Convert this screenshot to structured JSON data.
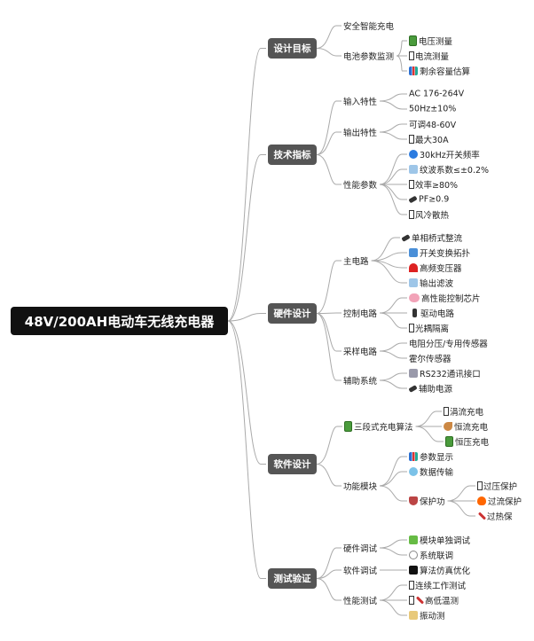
{
  "root": {
    "label": "48V/200AH电动车无线充电器"
  },
  "branches": [
    {
      "label": "设计目标",
      "children": [
        {
          "label": "安全智能充电"
        },
        {
          "label": "电池参数监测",
          "children": [
            {
              "icon": "battery",
              "label": "电压测量"
            },
            {
              "icon": "missing",
              "label": "电流测量"
            },
            {
              "icon": "chart",
              "label": "剩余容量估算"
            }
          ]
        }
      ]
    },
    {
      "label": "技术指标",
      "children": [
        {
          "label": "输入特性",
          "children": [
            {
              "label": "AC 176-264V"
            },
            {
              "label": "50Hz±10%"
            }
          ]
        },
        {
          "label": "输出特性",
          "children": [
            {
              "label": "可调48-60V"
            },
            {
              "icon": "missing",
              "label": "最大30A"
            }
          ]
        },
        {
          "label": "性能参数",
          "children": [
            {
              "icon": "cyclone",
              "label": "30kHz开关频率"
            },
            {
              "icon": "wave",
              "label": "纹波系数≤±0.2%"
            },
            {
              "icon": "missing",
              "label": "效率≥80%"
            },
            {
              "icon": "plug",
              "label": "PF≥0.9"
            },
            {
              "icon": "missing",
              "label": "风冷散热"
            }
          ]
        }
      ]
    },
    {
      "label": "硬件设计",
      "children": [
        {
          "label": "主电路",
          "children": [
            {
              "icon": "plug",
              "label": "单相桥式整流"
            },
            {
              "icon": "cycle",
              "label": "开关变换拓扑"
            },
            {
              "icon": "magnet",
              "label": "高频变压器"
            },
            {
              "icon": "wave",
              "label": "输出滤波"
            }
          ]
        },
        {
          "label": "控制电路",
          "children": [
            {
              "icon": "brain",
              "label": "高性能控制芯片"
            },
            {
              "icon": "traffic",
              "label": "驱动电路"
            },
            {
              "icon": "missing",
              "label": "光耦隔离"
            }
          ]
        },
        {
          "label": "采样电路",
          "children": [
            {
              "label": "电阻分压/专用传感器"
            },
            {
              "label": "霍尔传感器"
            }
          ]
        },
        {
          "label": "辅助系统",
          "children": [
            {
              "icon": "satellite",
              "label": "RS232通讯接口"
            },
            {
              "icon": "plug",
              "label": "辅助电源"
            }
          ]
        }
      ]
    },
    {
      "label": "软件设计",
      "children": [
        {
          "icon": "battery",
          "label": "三段式充电算法",
          "children": [
            {
              "icon": "missing",
              "label": "涓流充电"
            },
            {
              "icon": "rocket",
              "label": "恒流充电"
            },
            {
              "icon": "battery",
              "label": "恒压充电"
            }
          ]
        },
        {
          "label": "功能模块",
          "children": [
            {
              "icon": "chart",
              "label": "参数显示"
            },
            {
              "icon": "globe",
              "label": "数据传输"
            },
            {
              "icon": "shield",
              "label": "保护功",
              "children": [
                {
                  "icon": "missing",
                  "label": "过压保护"
                },
                {
                  "icon": "fire",
                  "label": "过流保护"
                },
                {
                  "icon": "thermometer",
                  "label": "过热保"
                }
              ]
            }
          ]
        }
      ]
    },
    {
      "label": "测试验证",
      "children": [
        {
          "label": "硬件调试",
          "children": [
            {
              "icon": "puzzle",
              "label": "模块单独调试"
            },
            {
              "icon": "link",
              "label": "系统联调"
            }
          ]
        },
        {
          "label": "软件调试",
          "children": [
            {
              "icon": "monitor",
              "label": "算法仿真优化"
            }
          ]
        },
        {
          "label": "性能测试",
          "children": [
            {
              "icon": "missing",
              "label": "连续工作测试"
            },
            {
              "icon": "missing",
              "icon2": "thermometer",
              "label": "高低温测"
            },
            {
              "icon": "crane",
              "label": "振动测"
            }
          ]
        }
      ]
    }
  ]
}
